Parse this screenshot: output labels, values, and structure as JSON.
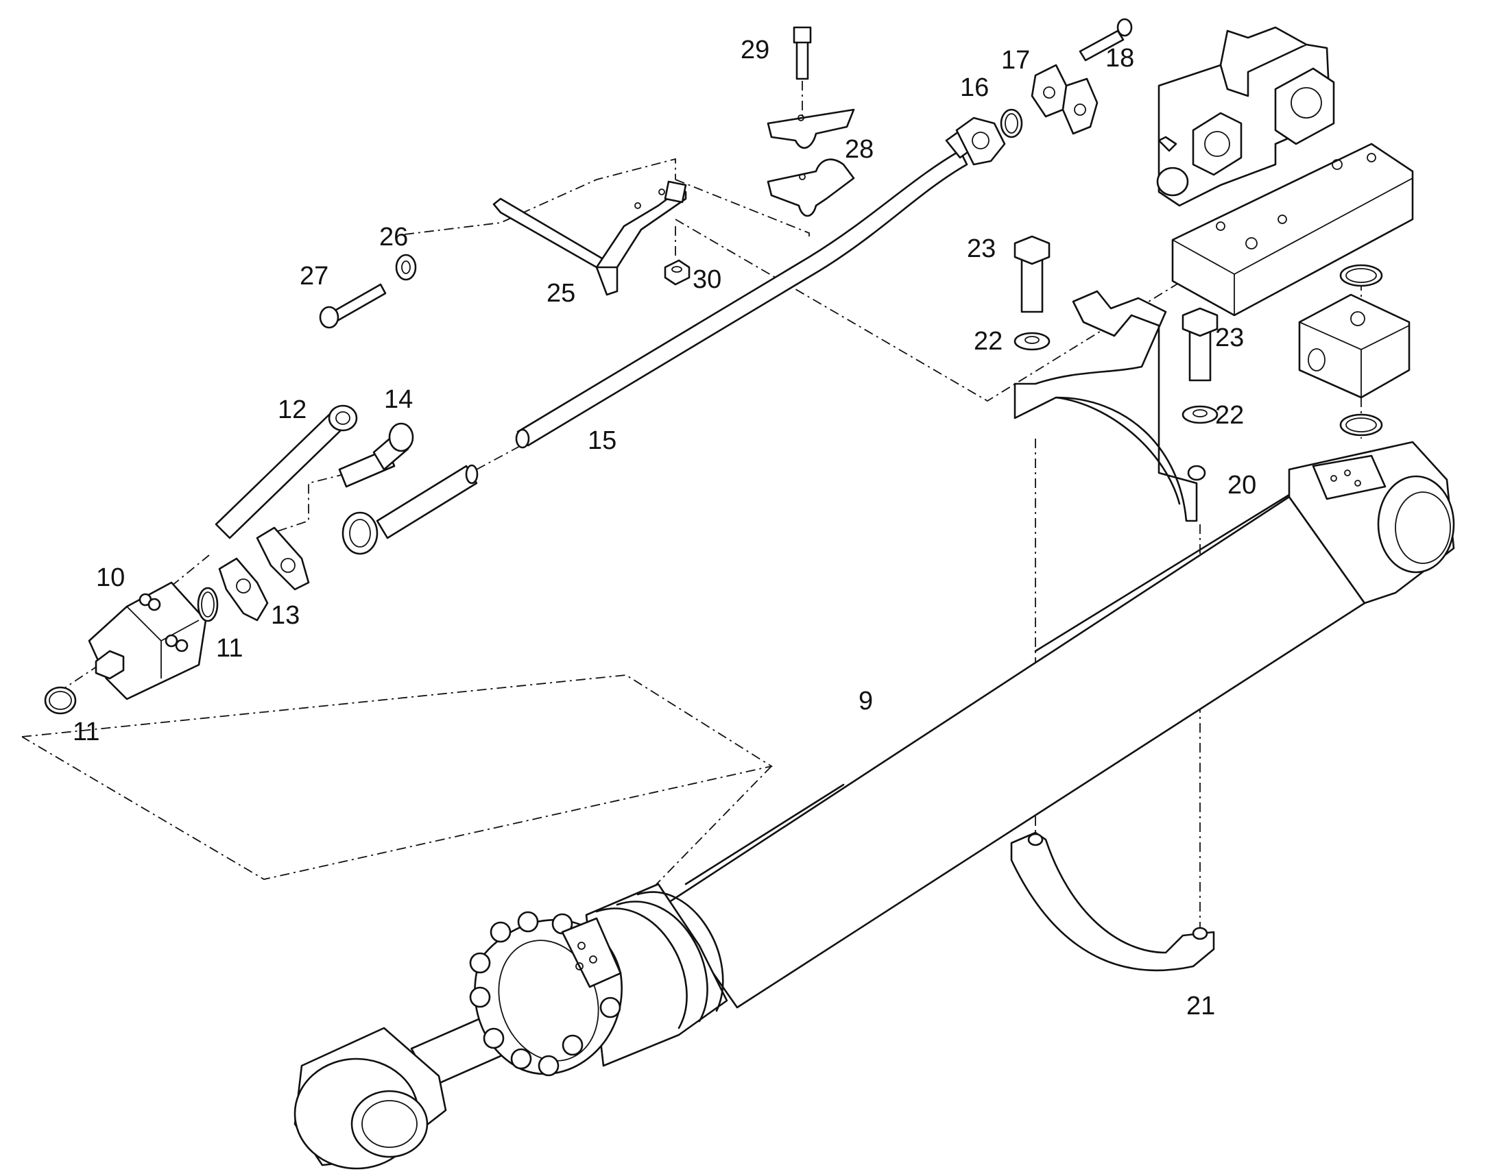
{
  "diagram": {
    "callouts": [
      {
        "id": "9",
        "text": "9"
      },
      {
        "id": "10",
        "text": "10"
      },
      {
        "id": "11a",
        "text": "11"
      },
      {
        "id": "11b",
        "text": "11"
      },
      {
        "id": "12",
        "text": "12"
      },
      {
        "id": "13",
        "text": "13"
      },
      {
        "id": "14",
        "text": "14"
      },
      {
        "id": "15",
        "text": "15"
      },
      {
        "id": "16",
        "text": "16"
      },
      {
        "id": "17",
        "text": "17"
      },
      {
        "id": "18",
        "text": "18"
      },
      {
        "id": "20",
        "text": "20"
      },
      {
        "id": "21",
        "text": "21"
      },
      {
        "id": "22a",
        "text": "22"
      },
      {
        "id": "22b",
        "text": "22"
      },
      {
        "id": "23a",
        "text": "23"
      },
      {
        "id": "23b",
        "text": "23"
      },
      {
        "id": "25",
        "text": "25"
      },
      {
        "id": "26",
        "text": "26"
      },
      {
        "id": "27",
        "text": "27"
      },
      {
        "id": "28",
        "text": "28"
      },
      {
        "id": "29",
        "text": "29"
      },
      {
        "id": "30",
        "text": "30"
      }
    ]
  }
}
